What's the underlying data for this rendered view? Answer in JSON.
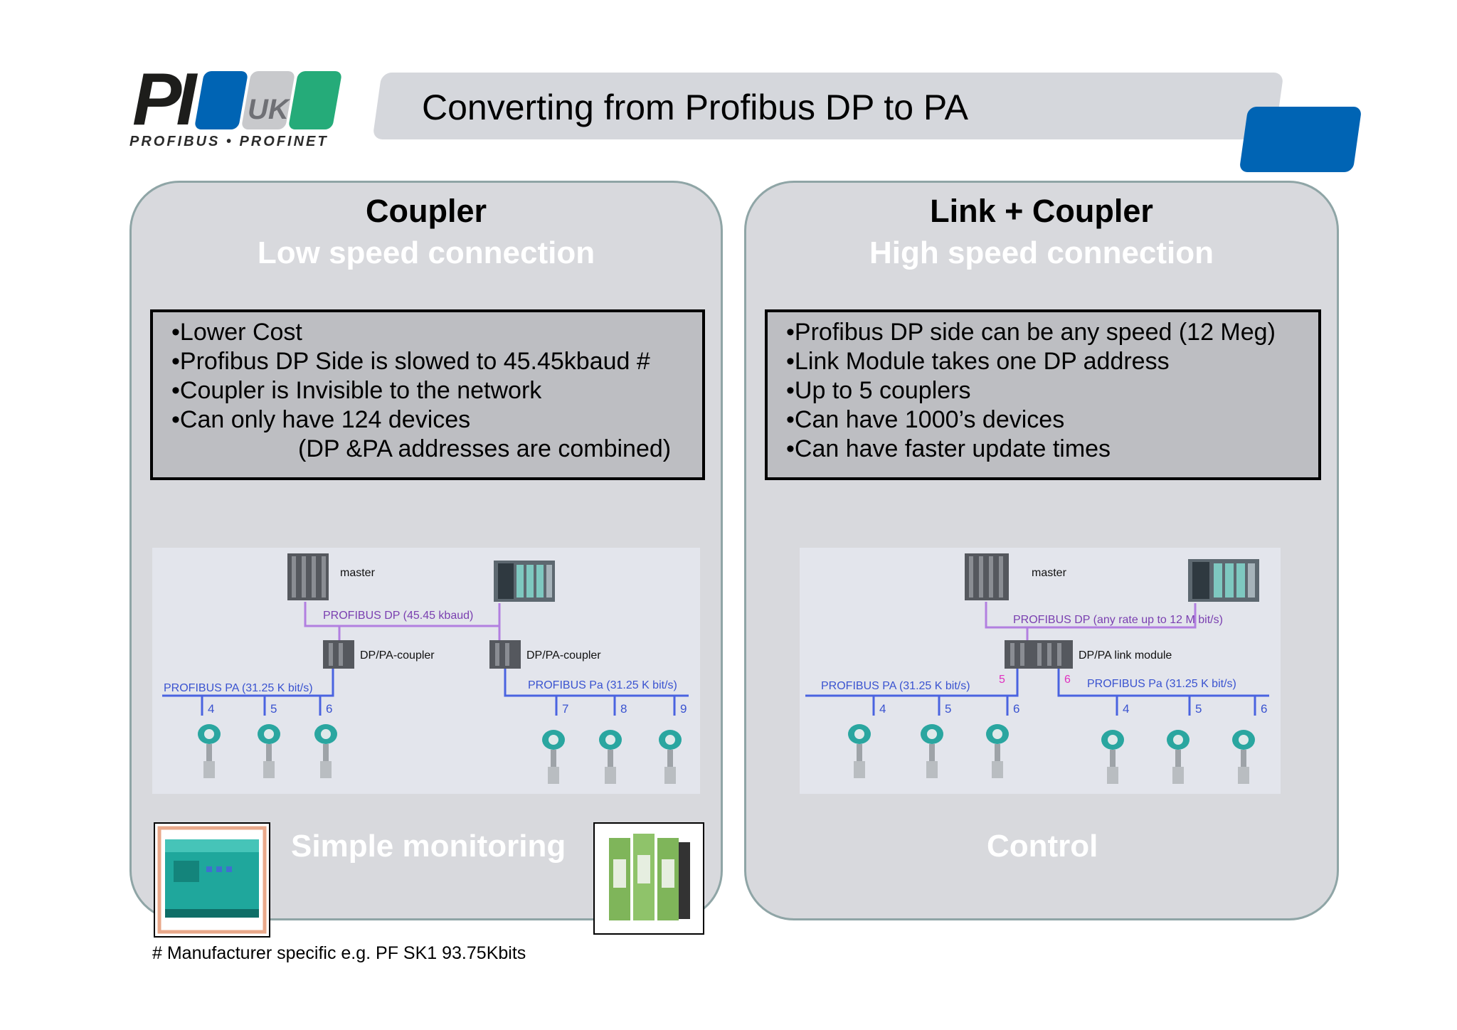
{
  "logo": {
    "wordmark": "PI",
    "region": "UK",
    "tagline": "PROFIBUS • PROFINET"
  },
  "header": {
    "title": "Converting from Profibus DP to PA"
  },
  "colors": {
    "accent_blue": "#0064b4",
    "accent_green": "#25ab79",
    "panel_bg": "#d8d9dd",
    "panel_border": "#8fa5a6",
    "box_bg": "#bdbec2",
    "dp_line": "#b27fe0",
    "pa_line": "#4a63e0"
  },
  "left_panel": {
    "title": "Coupler",
    "subtitle": "Low speed connection",
    "bullets": [
      "•Lower Cost",
      "•Profibus DP Side is slowed to 45.45kbaud #",
      "•Coupler is Invisible to the network",
      "•Can only have 124 devices",
      "(DP &PA addresses  are combined)"
    ],
    "diagram": {
      "master_label": "master",
      "dp_bus_label": "PROFIBUS DP (45.45 kbaud)",
      "coupler1_label": "DP/PA-coupler",
      "coupler2_label": "DP/PA-coupler",
      "pa1_label": "PROFIBUS PA (31.25 K bit/s)",
      "pa2_label": "PROFIBUS Pa (31.25 K bit/s)",
      "device_numbers_a": [
        "4",
        "5",
        "6"
      ],
      "device_numbers_b": [
        "7",
        "8",
        "9"
      ]
    },
    "footer_label": "Simple monitoring"
  },
  "right_panel": {
    "title": "Link + Coupler",
    "subtitle": "High speed connection",
    "bullets": [
      "•Profibus DP side can be any speed (12 Meg)",
      "•Link Module takes one DP address",
      "•Up to 5 couplers",
      "•Can have 1000’s devices",
      "•Can have faster update times"
    ],
    "diagram": {
      "master_label": "master",
      "dp_bus_label": "PROFIBUS DP (any rate up to 12 M bit/s)",
      "link_label": "DP/PA link module",
      "pa1_label": "PROFIBUS PA (31.25 K bit/s)",
      "pa2_label": "PROFIBUS Pa (31.25 K bit/s)",
      "link_addr_a": "5",
      "link_addr_b": "6",
      "device_numbers_a": [
        "4",
        "5",
        "6"
      ],
      "device_numbers_b": [
        "4",
        "5",
        "6"
      ]
    },
    "footer_label": "Control"
  },
  "footnote": "# Manufacturer specific e.g. PF  SK1 93.75Kbits"
}
